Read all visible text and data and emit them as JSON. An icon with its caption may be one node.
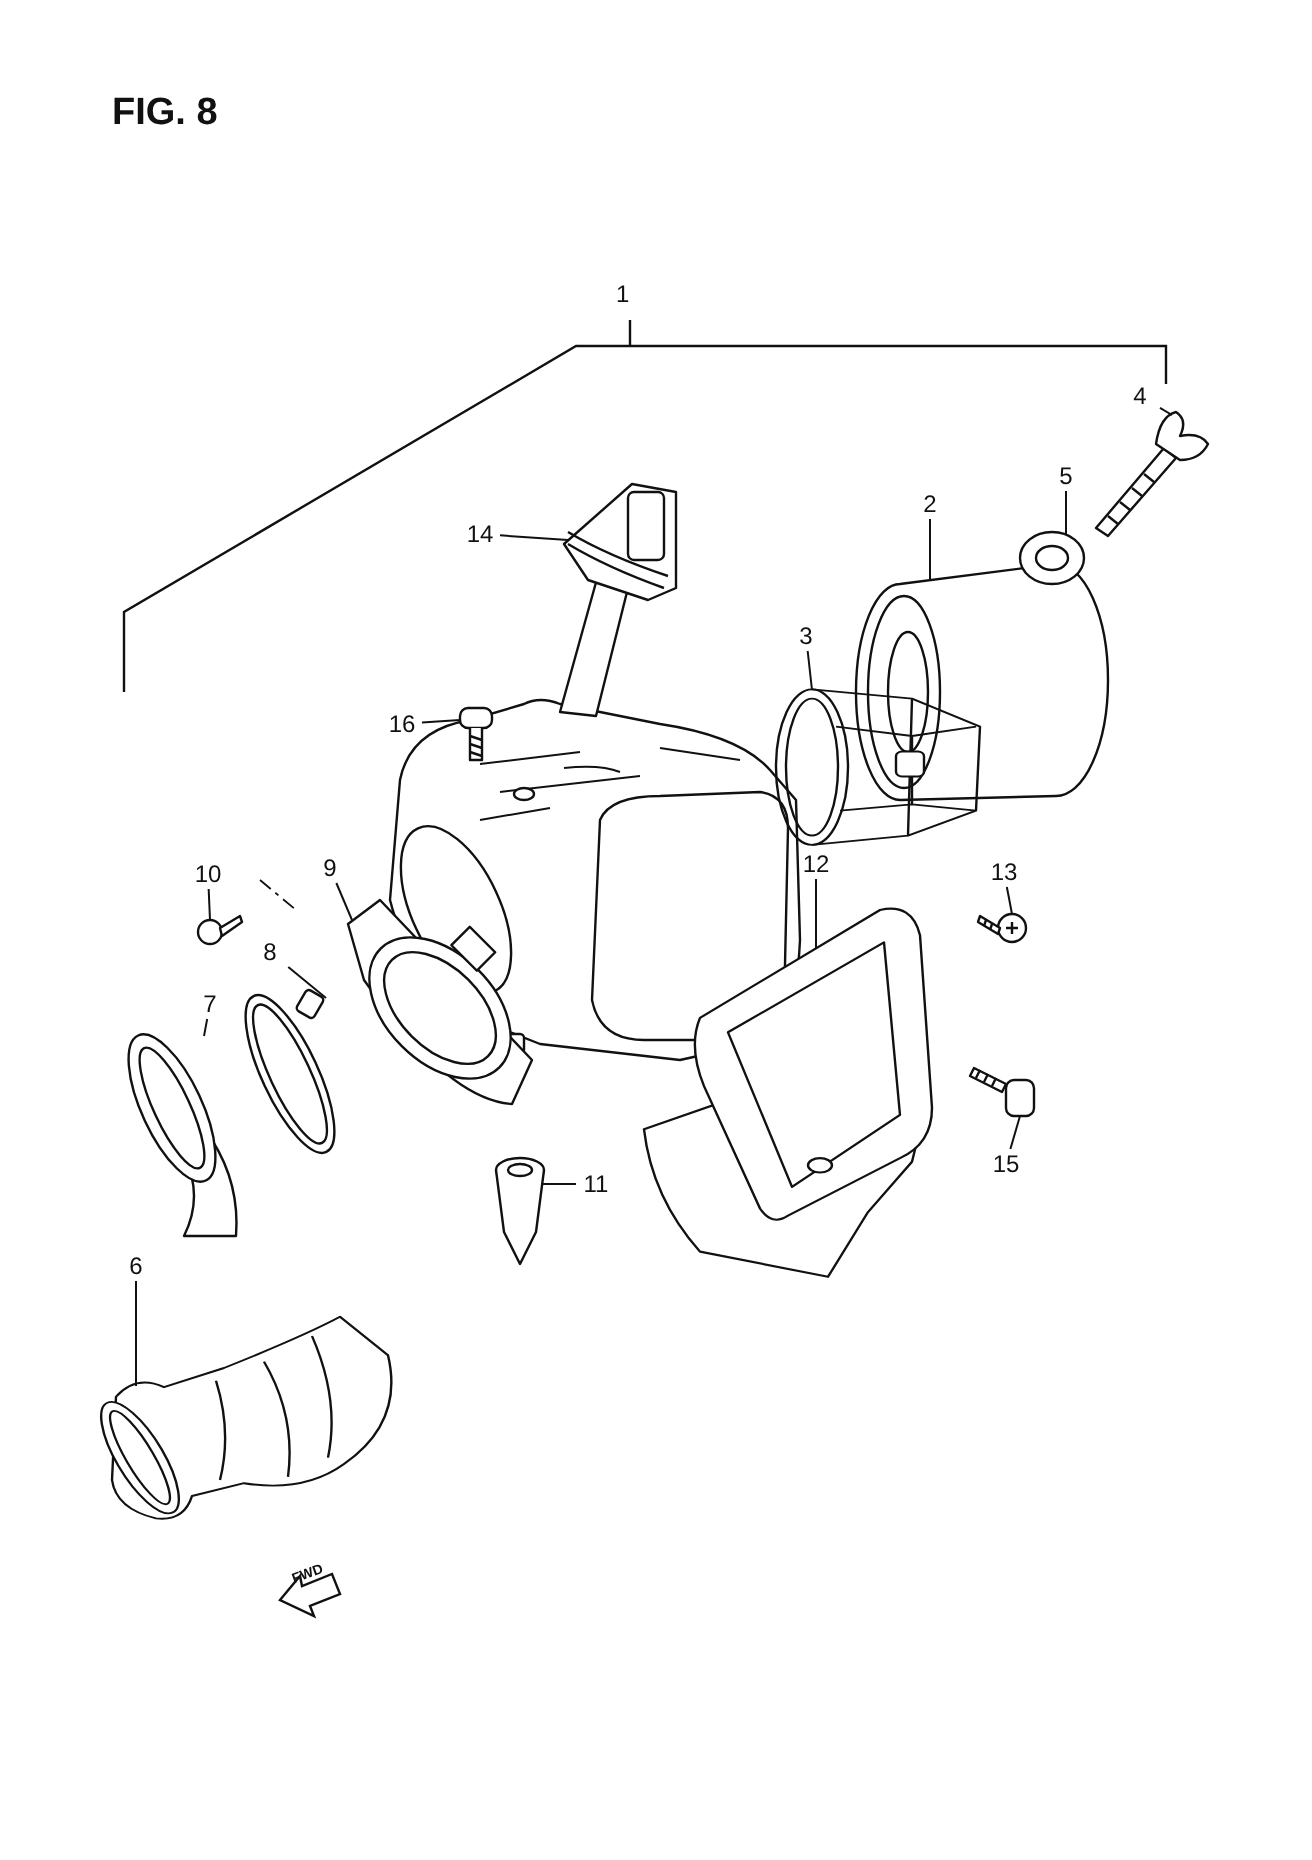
{
  "diagram": {
    "title": "FIG. 8",
    "nodes": [
      {
        "text": [
          "2"
        ]
      },
      {
        "text": [
          "3"
        ]
      },
      {
        "text": [
          "4"
        ]
      },
      {
        "text": [
          "5"
        ]
      },
      {
        "text": [
          "6"
        ]
      },
      {
        "text": [
          "7"
        ]
      },
      {
        "text": [
          "8"
        ]
      },
      {
        "text": [
          "9"
        ]
      },
      {
        "text": [
          "10"
        ]
      },
      {
        "text": [
          "11"
        ]
      },
      {
        "text": [
          "12"
        ]
      },
      {
        "text": [
          "13"
        ]
      },
      {
        "text": [
          "14"
        ]
      },
      {
        "text": [
          "15"
        ]
      },
      {
        "text": [
          "16"
        ]
      },
      {
        "text": [],
        "shape": "picture"
      },
      {
        "text": [],
        "shape": "picture"
      },
      {
        "text": [],
        "shape": "picture"
      },
      {
        "text": [],
        "shape": "picture"
      },
      {
        "text": [],
        "shape": "picture"
      },
      {
        "text": [],
        "shape": "picture"
      },
      {
        "text": [],
        "shape": "picture"
      },
      {
        "text": [],
        "shape": "picture"
      },
      {
        "text": [],
        "shape": "picture"
      },
      {
        "text": [],
        "shape": "picture"
      },
      {
        "text": [],
        "shape": "picture"
      },
      {
        "text": [],
        "shape": "picture"
      },
      {
        "text": [],
        "shape": "picture"
      },
      {
        "text": [],
        "shape": "picture"
      },
      {
        "text": [],
        "shape": "picture"
      }
    ],
    "edges": [
      {
        "from": 0,
        "to": 15,
        "arrow": "none"
      },
      {
        "from": 1,
        "to": 16,
        "arrow": "none"
      },
      {
        "from": 2,
        "to": 17,
        "arrow": "none"
      },
      {
        "from": 3,
        "to": 18,
        "arrow": "none"
      },
      {
        "from": 4,
        "to": 19,
        "arrow": "none"
      },
      {
        "from": 5,
        "to": 20,
        "arrow": "none"
      },
      {
        "from": 6,
        "to": 21,
        "arrow": "none"
      },
      {
        "from": 7,
        "to": 22,
        "arrow": "none"
      },
      {
        "from": 8,
        "to": 23,
        "arrow": "none"
      },
      {
        "from": 9,
        "to": 24,
        "arrow": "none"
      },
      {
        "from": 10,
        "to": 25,
        "arrow": "none"
      },
      {
        "from": 11,
        "to": 26,
        "arrow": "none"
      },
      {
        "from": 12,
        "to": 27,
        "arrow": "none"
      },
      {
        "from": 13,
        "to": 28,
        "arrow": "none"
      },
      {
        "from": 14,
        "to": 29,
        "arrow": "none"
      }
    ],
    "labels": [
      "1",
      "FWD"
    ]
  }
}
